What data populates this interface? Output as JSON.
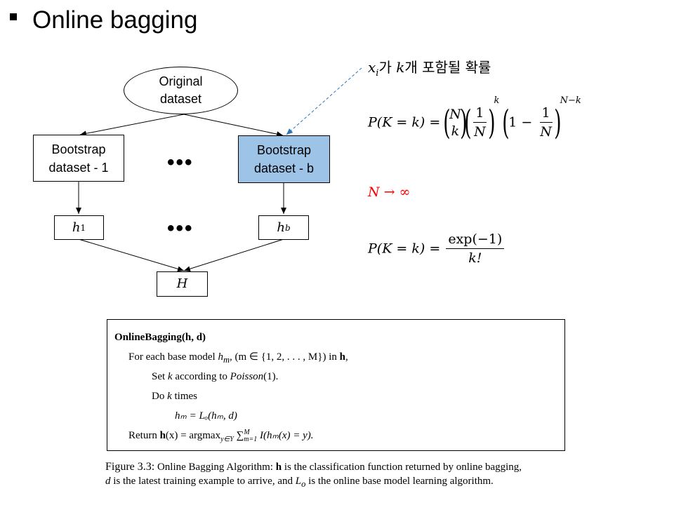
{
  "slide": {
    "title": "Online bagging"
  },
  "diagram": {
    "original_dataset": "Original\ndataset",
    "bootstrap_1": "Bootstrap\ndataset - 1",
    "bootstrap_b": "Bootstrap\ndataset - b",
    "h1_base": "h",
    "h1_sub": "1",
    "hb_base": "h",
    "hb_sub": "b",
    "H": "H",
    "ellipsis": "•••",
    "highlight_color": "#9dc3e6",
    "annotation_color": "#2e75b6"
  },
  "formulas": {
    "prob_label_x": "x",
    "prob_label_sub": "i",
    "prob_label_ga": "가 ",
    "prob_label_k": "k",
    "prob_label_rest": "개 포함될 확률",
    "binomial_lhs": "P(K = k) = ",
    "binom_top": "N",
    "binom_bottom": "k",
    "frac_num": "1",
    "frac_den": "N",
    "exp_k": "k",
    "one_minus": "1 − ",
    "exp_nk": "N−k",
    "limit": "N → ∞",
    "poisson_lhs": "P(K = k) = ",
    "poisson_num": "exp(−1)",
    "poisson_den": "k!",
    "limit_color": "#ff0000"
  },
  "algorithm": {
    "name": "OnlineBagging",
    "args": "(h, d)",
    "line1_a": "For each base model ",
    "line1_b": "h",
    "line1_c": "m",
    "line1_d": ", (m ∈ {1, 2, . . . , M}) in ",
    "line1_e": "h",
    "line1_f": ",",
    "line2_a": "Set ",
    "line2_b": "k",
    "line2_c": " according to ",
    "line2_d": "Poisson",
    "line2_e": "(1).",
    "line3_a": "Do ",
    "line3_b": "k",
    "line3_c": " times",
    "line4": "hₘ = Lₒ(hₘ, d)",
    "line5_a": "Return ",
    "line5_b": "h",
    "line5_c": "(x) = argmax",
    "line5_d": "y∈Y",
    "line5_e": " ∑",
    "line5_f": "M",
    "line5_g": "m=1",
    "line5_h": " I(hₘ(x) = y)."
  },
  "caption": {
    "figure": "Figure 3.3:",
    "text_a": " Online Bagging Algorithm: ",
    "text_b": "h",
    "text_c": " is the classification function returned by online bagging,",
    "text_d": "d",
    "text_e": " is the latest training example to arrive, and ",
    "text_f": "L",
    "text_g": "o",
    "text_h": " is the online base model learning algorithm."
  }
}
